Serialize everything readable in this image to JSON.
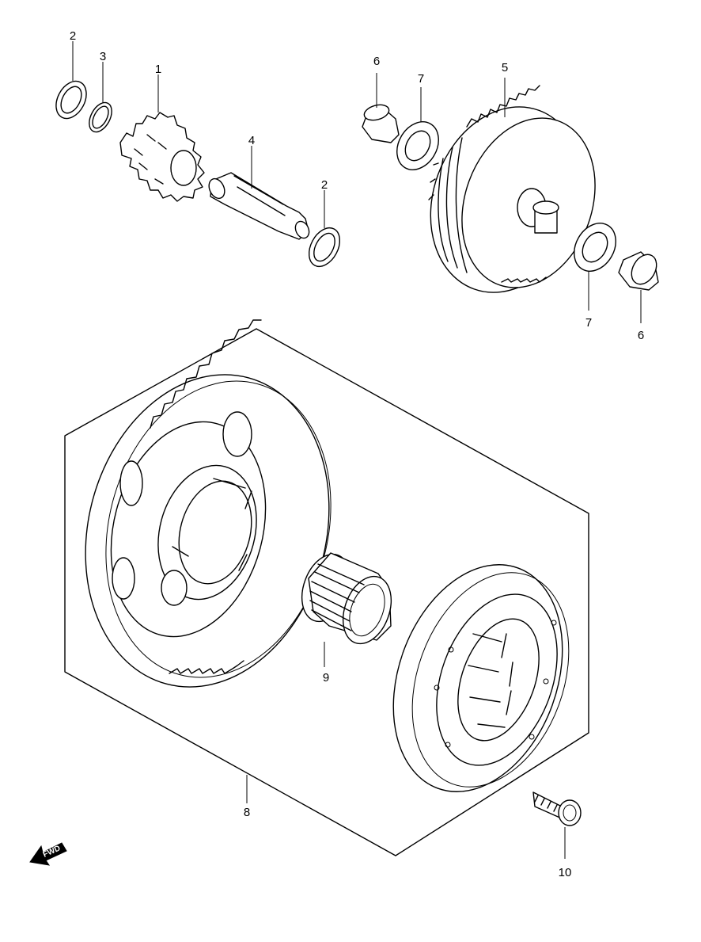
{
  "diagram": {
    "callouts": [
      {
        "id": "c2a",
        "label": "2"
      },
      {
        "id": "c3",
        "label": "3"
      },
      {
        "id": "c1",
        "label": "1"
      },
      {
        "id": "c4",
        "label": "4"
      },
      {
        "id": "c2b",
        "label": "2"
      },
      {
        "id": "c6a",
        "label": "6"
      },
      {
        "id": "c7a",
        "label": "7"
      },
      {
        "id": "c5",
        "label": "5"
      },
      {
        "id": "c7b",
        "label": "7"
      },
      {
        "id": "c6b",
        "label": "6"
      },
      {
        "id": "c9",
        "label": "9"
      },
      {
        "id": "c8",
        "label": "8"
      },
      {
        "id": "c10",
        "label": "10"
      }
    ],
    "fwd_label": "FWD"
  }
}
